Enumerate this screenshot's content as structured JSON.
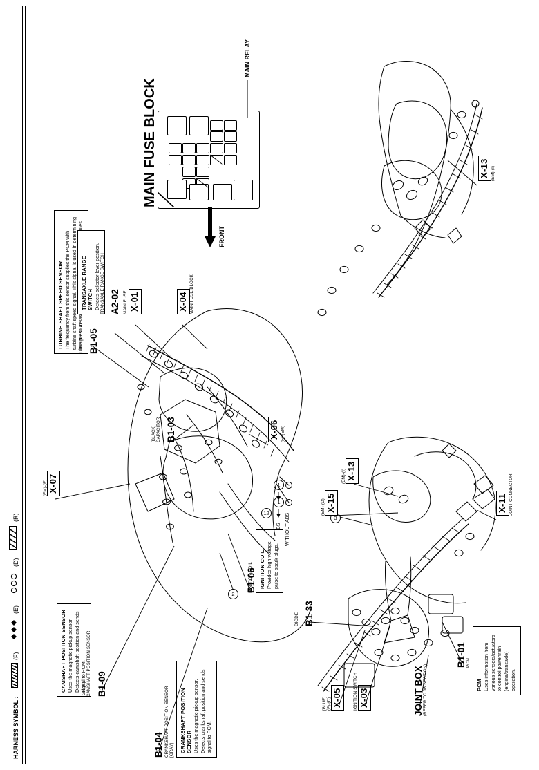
{
  "document": {
    "harness_symbol_label": "HARNESS SYMBOL :",
    "legend": [
      {
        "symbol": "hatched-band",
        "code": "(F)"
      },
      {
        "symbol": "diamond-chain",
        "code": "(E)"
      },
      {
        "symbol": "circle-chain",
        "code": "(D)"
      },
      {
        "symbol": "diagonal-hatch",
        "code": "(R)"
      }
    ]
  },
  "fuse_block": {
    "title": "MAIN FUSE BLOCK",
    "relay_label": "MAIN RELAY",
    "front_label": "FRONT"
  },
  "callouts": [
    {
      "id": "turbine-shaft-speed-sensor",
      "title": "TURBINE SHAFT SPEED SENSOR",
      "body": "The frequency from this sensor supplies the PCM with turbine shaft speed signal. This signal is used in determining line pressure and torque converter engagement schedules."
    },
    {
      "id": "transaxle-range-switch",
      "title": "TRANSAXLE RANGE SWITCH",
      "body": "Detects selector lever position."
    },
    {
      "id": "camshaft-position-sensor",
      "title": "CAMSHAFT POSITION SENSOR",
      "body": "Uses the magnetic pickup sensor. Detects camshaft position and sends signal to PCM."
    },
    {
      "id": "crankshaft-position-sensor",
      "title": "CRANKSHAFT POSITION SENSOR",
      "body": "Uses the magnetic pickup sensor. Detects crankshaft position and sends signal to PCM."
    },
    {
      "id": "ignition-coil",
      "title": "IGNITION COIL",
      "body": "Provides high voltage pulse to spark plugs."
    },
    {
      "id": "pcm",
      "title": "PCM",
      "body": "Uses information from various sensors/actuators to control powertrain (engine/transaxle) operation."
    }
  ],
  "components": [
    {
      "code": "B1-05",
      "name": "TURBINE SHAFT SPEED SENSOR",
      "color": ""
    },
    {
      "code": "A2-02",
      "name": "TRANSAXLE RANGE SWITCH",
      "color": ""
    },
    {
      "code": "B1-03",
      "name": "CAPACITOR",
      "color": "[BLACK]"
    },
    {
      "code": "B1-09",
      "name": "CAMSHAFT POSITION SENSOR",
      "color": "[GRAY]"
    },
    {
      "code": "B1-04",
      "name": "CRANKSHAFT POSITION SENSOR",
      "color": "[GRAY]"
    },
    {
      "code": "B1-06",
      "name": "IGNITION COIL",
      "color": ""
    },
    {
      "code": "B1-33",
      "name": "DIODE",
      "color": ""
    },
    {
      "code": "B1-01",
      "name": "PCM",
      "color": ""
    }
  ],
  "connectors": [
    {
      "code": "X-01",
      "name": "MAIN FUSE",
      "sub": ""
    },
    {
      "code": "X-04",
      "name": "MAIN FUSE BLOCK",
      "sub": ""
    },
    {
      "code": "X-06",
      "name": "",
      "sub": "(F)-(EM)"
    },
    {
      "code": "X-07",
      "name": "",
      "sub": "(EM)-(E)"
    },
    {
      "code": "X-13",
      "name": "",
      "sub": "(EM)-(I)"
    },
    {
      "code": "X-15",
      "name": "",
      "sub": "(EM)-(D)"
    },
    {
      "code": "X-11",
      "name": "JOINT CONNECTOR",
      "sub": ""
    },
    {
      "code": "X-05",
      "name": "",
      "sub": "(F)-(D)",
      "color": "[BLUE]"
    },
    {
      "code": "X-03",
      "name": "IGNITION SWITCH",
      "sub": ""
    }
  ],
  "annotations": {
    "with_abs": "WITH ABS",
    "without_abs": "WITHOUT ABS",
    "joint_box_title": "JOINT BOX",
    "joint_box_sub": "(REFER TO JB SECTION)",
    "circle_12": "12",
    "circle_1_a": "1",
    "circle_1_b": "1",
    "circle_2": "2",
    "circle_3": "3"
  }
}
